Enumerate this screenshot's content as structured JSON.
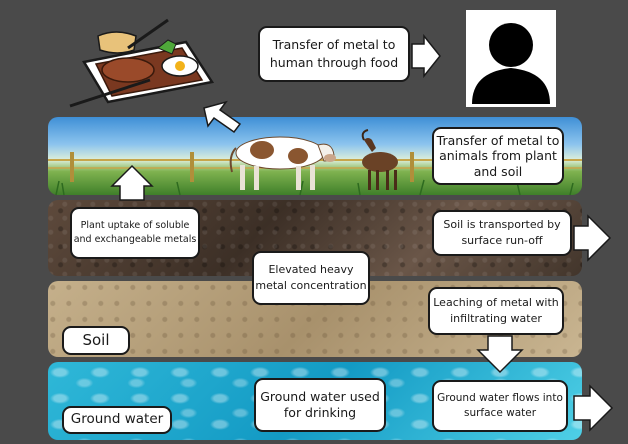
{
  "colors": {
    "background": "#4a4a4a",
    "box_fill": "#ffffff",
    "box_border": "#1a1a1a",
    "arrow_fill": "#ffffff"
  },
  "labels": {
    "human_transfer": "Transfer of metal to human through food",
    "animal_transfer": "Transfer of metal to animals from plant and soil",
    "plant_uptake": "Plant uptake of soluble and exchangeable metals",
    "runoff": "Soil is transported by surface run-off",
    "elevated": "Elevated heavy metal concentration",
    "leaching": "Leaching of metal with infiltrating water",
    "soil": "Soil",
    "drinking": "Ground water used for drinking",
    "groundwater": "Ground water",
    "gw_flow": "Ground water flows into surface water"
  },
  "icons": {
    "food": "food-plate-icon",
    "person": "person-icon",
    "cow": "cow-icon",
    "goat": "goat-icon"
  }
}
